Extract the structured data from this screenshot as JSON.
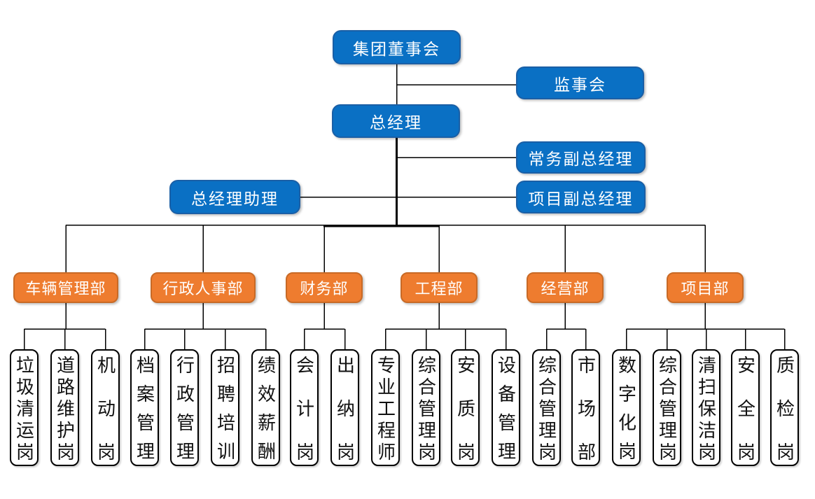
{
  "org": {
    "board": "集团董事会",
    "supervisory_board": "监事会",
    "general_manager": "总经理",
    "executive_deputy_gm": "常务副总经理",
    "gm_assistant": "总经理助理",
    "project_deputy_gm": "项目副总经理",
    "departments": [
      {
        "name": "车辆管理部",
        "positions": [
          "垃圾清运岗",
          "道路维护岗",
          "机动岗"
        ]
      },
      {
        "name": "行政人事部",
        "positions": [
          "档案管理",
          "行政管理",
          "招聘培训",
          "绩效薪酬"
        ]
      },
      {
        "name": "财务部",
        "positions": [
          "会计岗",
          "出纳岗"
        ]
      },
      {
        "name": "工程部",
        "positions": [
          "专业工程师",
          "综合管理岗",
          "安质岗",
          "设备管理"
        ]
      },
      {
        "name": "经营部",
        "positions": [
          "综合管理岗",
          "市场部"
        ]
      },
      {
        "name": "项目部",
        "positions": [
          "数字化岗",
          "综合管理岗",
          "清扫保洁岗",
          "安全岗",
          "质检岗"
        ]
      }
    ],
    "colors": {
      "executive_fill": "#0A70C4",
      "executive_border": "#1A5FA6",
      "department_fill": "#EE7C2F",
      "department_border": "#C86A26",
      "position_fill": "#FFFFFF",
      "position_border": "#000000",
      "connector": "#000000"
    }
  }
}
